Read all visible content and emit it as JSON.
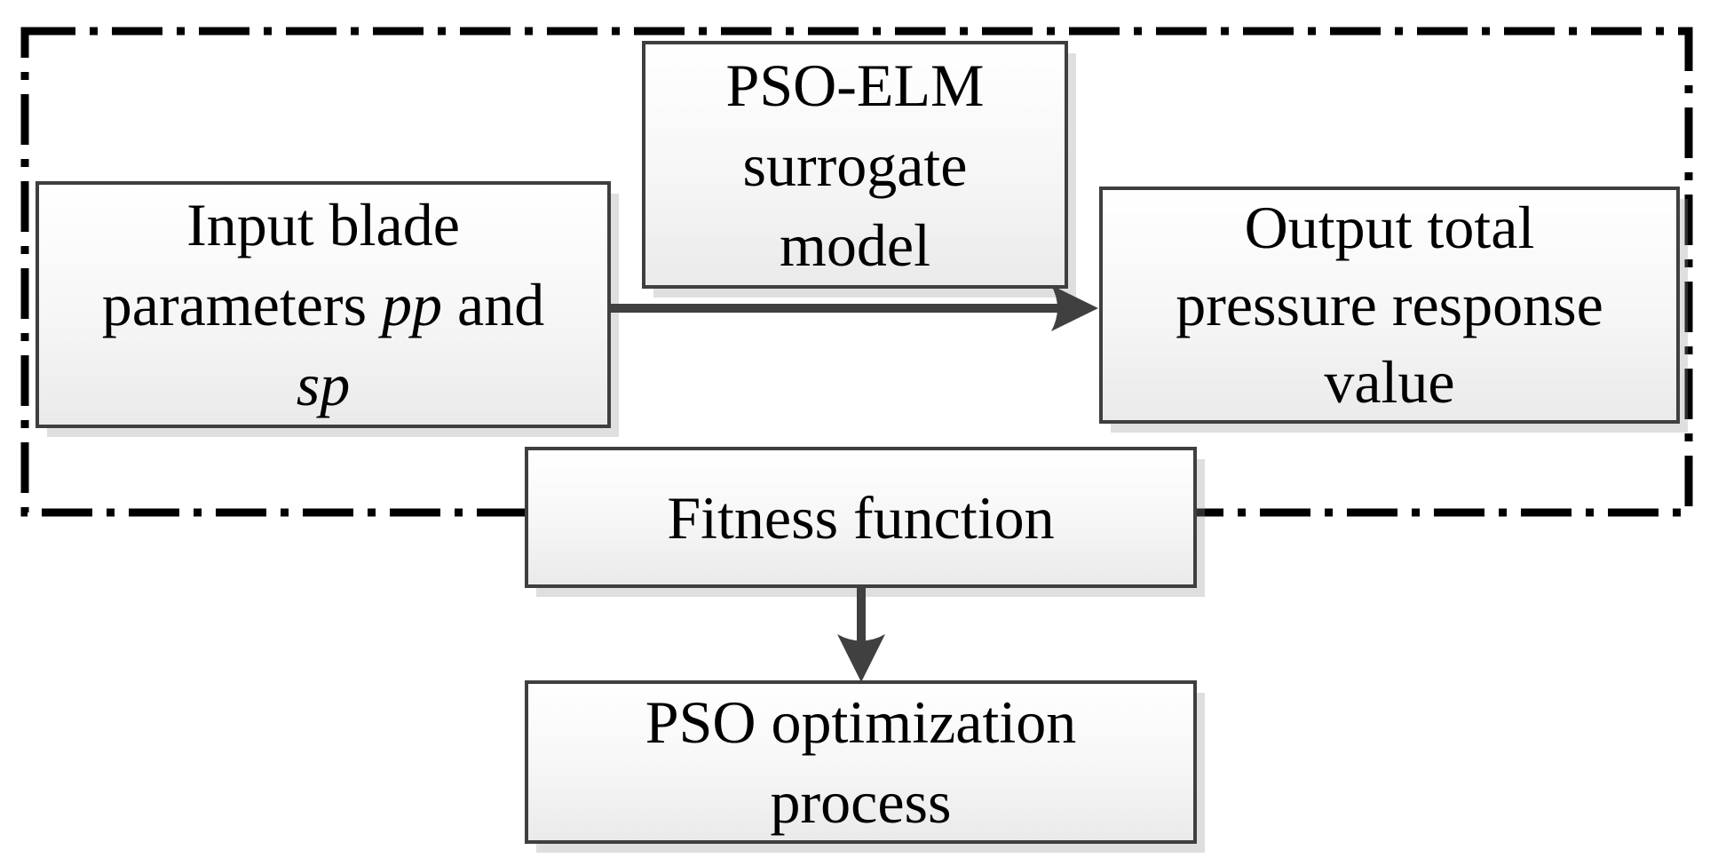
{
  "diagram": {
    "title": "PSO-ELM surrogate optimization flowchart",
    "boxes": {
      "input": {
        "lines": [
          {
            "parts": [
              {
                "text": "Input blade",
                "italic": false
              }
            ]
          },
          {
            "parts": [
              {
                "text": "parameters ",
                "italic": false
              },
              {
                "text": "pp",
                "italic": true
              },
              {
                "text": " and",
                "italic": false
              }
            ]
          },
          {
            "parts": [
              {
                "text": "sp",
                "italic": true
              }
            ]
          }
        ]
      },
      "pso_elm": {
        "lines": [
          "PSO-ELM",
          "surrogate",
          "model"
        ]
      },
      "output": {
        "lines": [
          "Output total",
          "pressure response",
          "value"
        ]
      },
      "fitness": {
        "lines": [
          "Fitness function"
        ]
      },
      "pso_opt": {
        "lines": [
          "PSO optimization",
          "process"
        ]
      }
    },
    "connections": [
      {
        "from": "input",
        "to": "output",
        "via": "pso_elm",
        "direction": "right"
      },
      {
        "from": "fitness",
        "to": "pso_opt",
        "direction": "down"
      }
    ]
  },
  "theme": {
    "outer_border_color": "#000000",
    "box_border_color": "#3f3f3f",
    "box_fill_top": "#ffffff",
    "box_fill_bottom": "#eaeaea",
    "arrow_color": "#404040",
    "text_color": "#000000",
    "background": "#ffffff"
  }
}
